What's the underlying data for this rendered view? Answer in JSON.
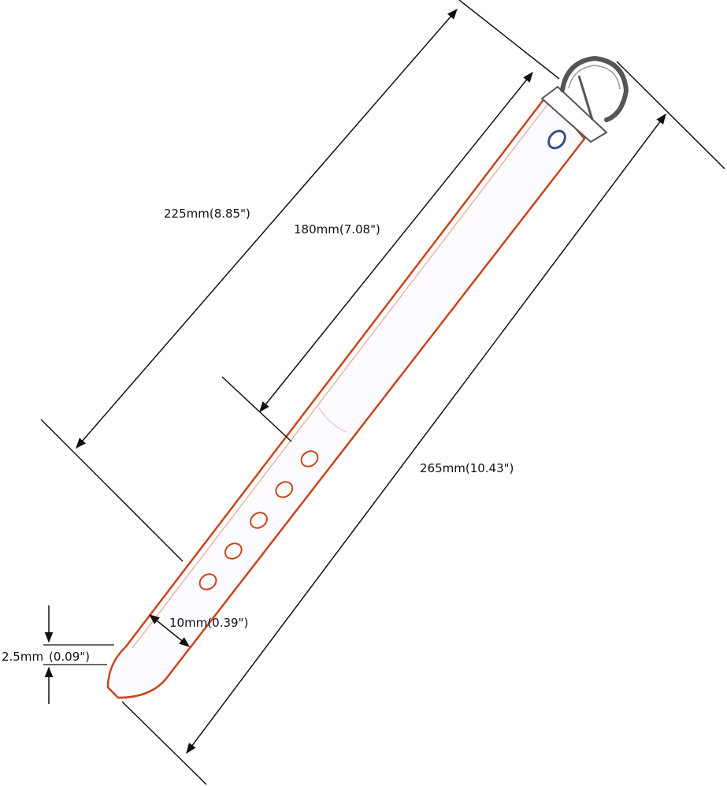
{
  "dimensions": {
    "overall_length": "265mm(10.43\")",
    "to_first_hole": "225mm(8.85\")",
    "to_last_hole": "180mm(7.08\")",
    "width": "10mm(0.39\")",
    "thickness_value": "2.5mm",
    "thickness_imperial": "(0.09\")"
  },
  "belt": {
    "hole_count": 5,
    "strap_color": "#ffffff",
    "outline_color": "#c8451d",
    "buckle_color": "#555555",
    "dimension_line_color": "#111111"
  }
}
